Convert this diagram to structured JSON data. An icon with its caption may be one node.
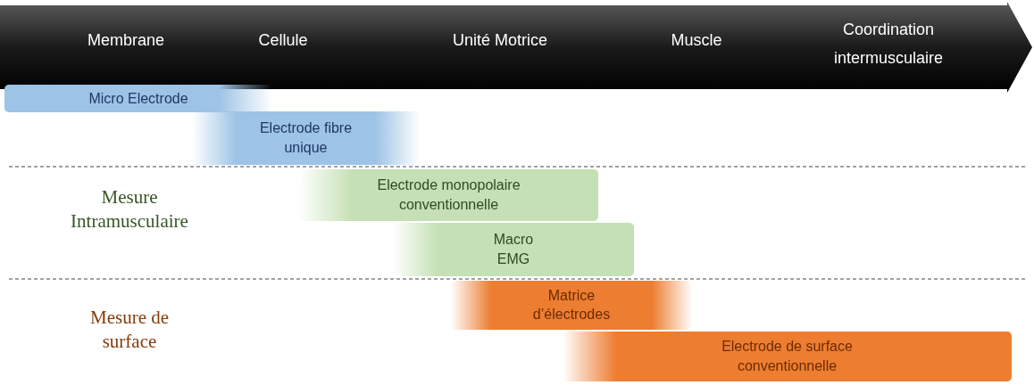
{
  "diagram": {
    "nodes": [
      {
        "text": [
          "Membrane",
          "Cellule",
          "Unité Motrice",
          "Muscle",
          "Coordination intermusculaire"
        ]
      },
      {
        "text": [
          "Micro Electrode"
        ]
      },
      {
        "text": [
          "Electrode fibre unique"
        ]
      },
      {
        "text": [
          "Electrode monopolaire conventionnelle"
        ]
      },
      {
        "text": [
          "Macro EMG"
        ]
      },
      {
        "text": [
          "Matrice d’électrodes"
        ]
      },
      {
        "text": [
          "Electrode de surface conventionnelle"
        ]
      }
    ],
    "labels": [
      "Mesure Intramusculaire",
      "Mesure de surface"
    ]
  }
}
